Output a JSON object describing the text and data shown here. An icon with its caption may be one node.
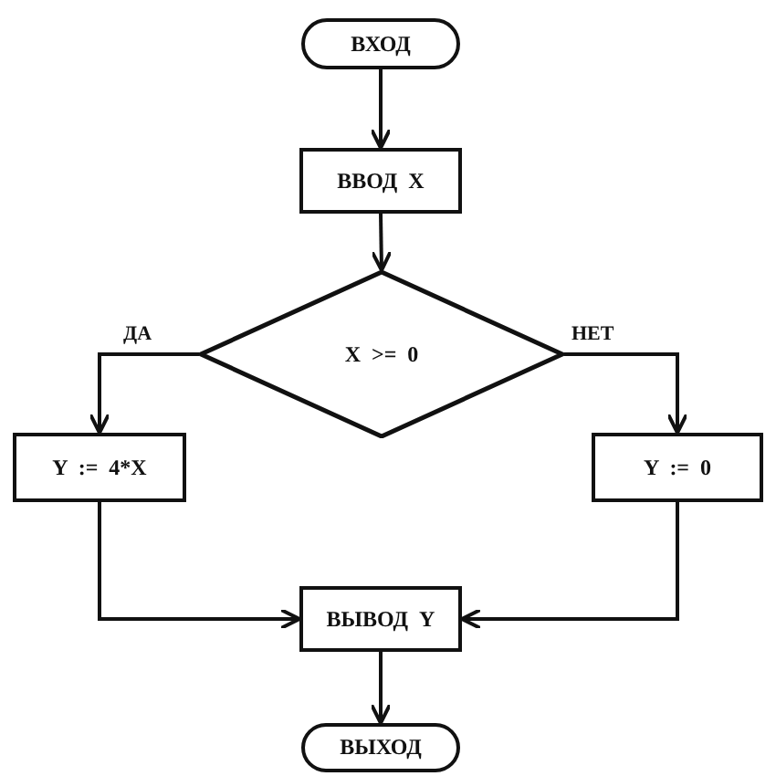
{
  "diagram": {
    "nodes": [
      {
        "text": [
          "ВХОД"
        ]
      },
      {
        "text": [
          "ВВОД X"
        ]
      },
      {
        "text": [
          "X >= 0"
        ]
      },
      {
        "text": [
          "Y := 4*X"
        ]
      },
      {
        "text": [
          "Y := 0"
        ]
      },
      {
        "text": [
          "ВЫВОД Y"
        ]
      },
      {
        "text": [
          "ВЫХОД"
        ]
      }
    ],
    "edges": [
      {
        "from": 0,
        "to": 1,
        "arrow": "to"
      },
      {
        "from": 1,
        "to": 2,
        "arrow": "to"
      },
      {
        "from": 2,
        "to": 3,
        "arrow": "to",
        "label": "ДА"
      },
      {
        "from": 2,
        "to": 4,
        "arrow": "to",
        "label": "НЕТ"
      },
      {
        "from": 3,
        "to": 5,
        "arrow": "to"
      },
      {
        "from": 4,
        "to": 5,
        "arrow": "to"
      },
      {
        "from": 5,
        "to": 6,
        "arrow": "to"
      }
    ]
  }
}
